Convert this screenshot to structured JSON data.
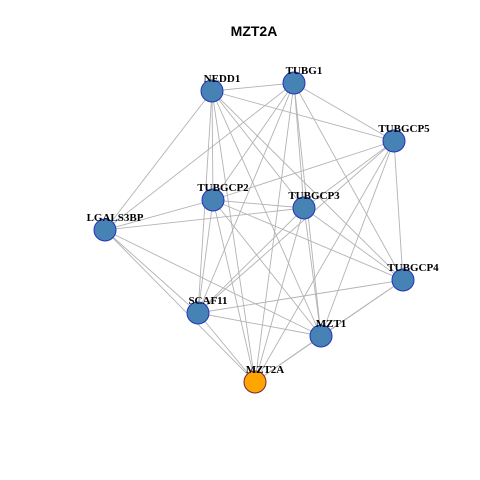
{
  "title": "MZT2A",
  "colors": {
    "default_node": "#4682B4",
    "default_stroke": "#2233bb",
    "highlight_node": "#FFA500",
    "highlight_stroke": "#7a1f3d",
    "edge": "#b3b3b3"
  },
  "nodes": [
    {
      "id": "NEDD1",
      "label": "NEDD1",
      "highlight": false
    },
    {
      "id": "TUBG1",
      "label": "TUBG1",
      "highlight": false
    },
    {
      "id": "TUBGCP5",
      "label": "TUBGCP5",
      "highlight": false
    },
    {
      "id": "TUBGCP2",
      "label": "TUBGCP2",
      "highlight": false
    },
    {
      "id": "TUBGCP3",
      "label": "TUBGCP3",
      "highlight": false
    },
    {
      "id": "LGALS3BP",
      "label": "LGALS3BP",
      "highlight": false
    },
    {
      "id": "TUBGCP4",
      "label": "TUBGCP4",
      "highlight": false
    },
    {
      "id": "SCAF11",
      "label": "SCAF11",
      "highlight": false
    },
    {
      "id": "MZT1",
      "label": "MZT1",
      "highlight": false
    },
    {
      "id": "MZT2A",
      "label": "MZT2A",
      "highlight": true
    }
  ],
  "edges": [
    [
      "NEDD1",
      "TUBG1"
    ],
    [
      "NEDD1",
      "TUBGCP5"
    ],
    [
      "NEDD1",
      "TUBGCP2"
    ],
    [
      "NEDD1",
      "TUBGCP3"
    ],
    [
      "NEDD1",
      "LGALS3BP"
    ],
    [
      "NEDD1",
      "TUBGCP4"
    ],
    [
      "NEDD1",
      "SCAF11"
    ],
    [
      "NEDD1",
      "MZT1"
    ],
    [
      "NEDD1",
      "MZT2A"
    ],
    [
      "TUBG1",
      "TUBGCP5"
    ],
    [
      "TUBG1",
      "TUBGCP2"
    ],
    [
      "TUBG1",
      "TUBGCP3"
    ],
    [
      "TUBG1",
      "LGALS3BP"
    ],
    [
      "TUBG1",
      "TUBGCP4"
    ],
    [
      "TUBG1",
      "SCAF11"
    ],
    [
      "TUBG1",
      "MZT1"
    ],
    [
      "TUBG1",
      "MZT2A"
    ],
    [
      "TUBGCP5",
      "TUBGCP2"
    ],
    [
      "TUBGCP5",
      "TUBGCP3"
    ],
    [
      "TUBGCP5",
      "TUBGCP4"
    ],
    [
      "TUBGCP5",
      "SCAF11"
    ],
    [
      "TUBGCP5",
      "MZT1"
    ],
    [
      "TUBGCP5",
      "MZT2A"
    ],
    [
      "TUBGCP2",
      "TUBGCP3"
    ],
    [
      "TUBGCP2",
      "LGALS3BP"
    ],
    [
      "TUBGCP2",
      "TUBGCP4"
    ],
    [
      "TUBGCP2",
      "SCAF11"
    ],
    [
      "TUBGCP2",
      "MZT1"
    ],
    [
      "TUBGCP2",
      "MZT2A"
    ],
    [
      "TUBGCP3",
      "LGALS3BP"
    ],
    [
      "TUBGCP3",
      "TUBGCP4"
    ],
    [
      "TUBGCP3",
      "SCAF11"
    ],
    [
      "TUBGCP3",
      "MZT1"
    ],
    [
      "TUBGCP3",
      "MZT2A"
    ],
    [
      "LGALS3BP",
      "SCAF11"
    ],
    [
      "LGALS3BP",
      "MZT1"
    ],
    [
      "LGALS3BP",
      "MZT2A"
    ],
    [
      "TUBGCP4",
      "SCAF11"
    ],
    [
      "TUBGCP4",
      "MZT1"
    ],
    [
      "TUBGCP4",
      "MZT2A"
    ],
    [
      "SCAF11",
      "MZT1"
    ],
    [
      "SCAF11",
      "MZT2A"
    ],
    [
      "MZT1",
      "MZT2A"
    ]
  ]
}
